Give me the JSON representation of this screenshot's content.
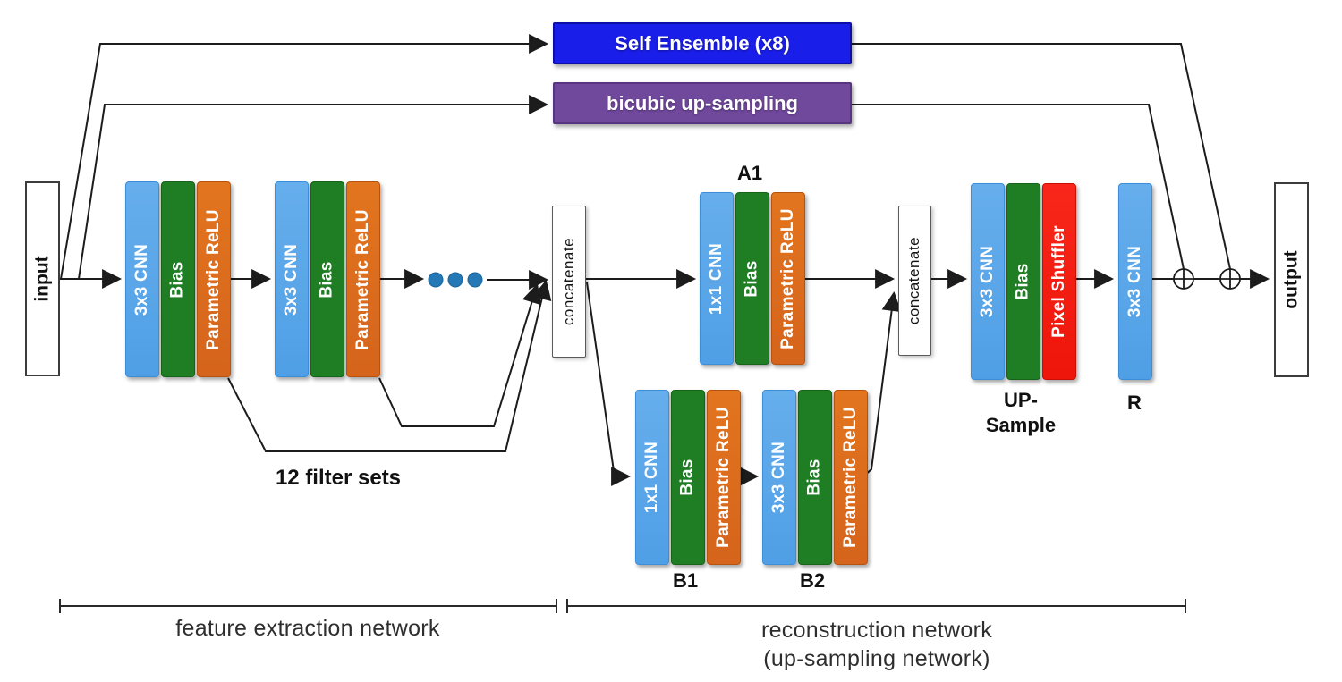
{
  "top_boxes": {
    "self_ensemble": "Self Ensemble (x8)",
    "bicubic": "bicubic up-sampling"
  },
  "io": {
    "input": "input",
    "output": "output"
  },
  "concatenate": {
    "left": "concatenate",
    "right": "concatenate"
  },
  "blocks": {
    "fe1": {
      "bars": [
        {
          "label": "3x3 CNN"
        },
        {
          "label": "Bias"
        },
        {
          "label": "Parametric ReLU"
        }
      ]
    },
    "fe2": {
      "bars": [
        {
          "label": "3x3 CNN"
        },
        {
          "label": "Bias"
        },
        {
          "label": "Parametric ReLU"
        }
      ]
    },
    "a1": {
      "tag": "A1",
      "bars": [
        {
          "label": "1x1 CNN"
        },
        {
          "label": "Bias"
        },
        {
          "label": "Parametric ReLU"
        }
      ]
    },
    "b1": {
      "tag": "B1",
      "bars": [
        {
          "label": "1x1 CNN"
        },
        {
          "label": "Bias"
        },
        {
          "label": "Parametric ReLU"
        }
      ]
    },
    "b2": {
      "tag": "B2",
      "bars": [
        {
          "label": "3x3 CNN"
        },
        {
          "label": "Bias"
        },
        {
          "label": "Parametric ReLU"
        }
      ]
    },
    "up": {
      "tag_line1": "UP-",
      "tag_line2": "Sample",
      "bars": [
        {
          "label": "3x3 CNN"
        },
        {
          "label": "Bias"
        },
        {
          "label": "Pixel Shuffler"
        }
      ]
    },
    "r": {
      "tag": "R",
      "bars": [
        {
          "label": "3x3 CNN"
        }
      ]
    }
  },
  "annotations": {
    "filter_sets": "12 filter sets"
  },
  "brackets": {
    "feature": "feature extraction network",
    "recon_line1": "reconstruction network",
    "recon_line2": "(up-sampling network)"
  },
  "colors": {
    "bar_blue": "#58a5e8",
    "bar_green": "#1f7d24",
    "bar_orange": "#dc6b1f",
    "bar_red": "#f32112",
    "ensemble_blue": "#1a1ee9",
    "bicubic_purple": "#70489c",
    "dot_blue": "#2478b5",
    "line_black": "#1c1c1c"
  }
}
